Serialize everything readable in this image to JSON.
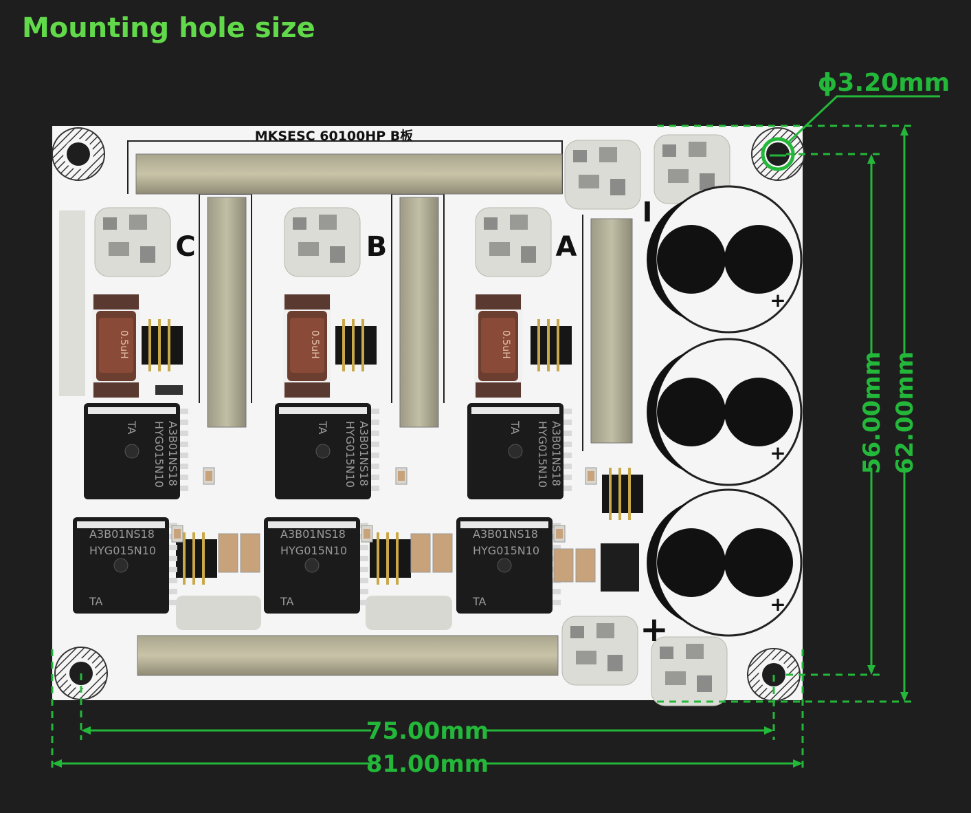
{
  "title": "Mounting hole size",
  "board": {
    "label": "MKSESC 60100HP B板",
    "phases": [
      "C",
      "B",
      "A"
    ],
    "mosfet_top_lines": [
      "TA",
      "HYG015N10",
      "A3B01NS18"
    ],
    "mosfet_bottom_lines": [
      "A3B01NS18",
      "HYG015N10",
      "TA"
    ],
    "inductor_text": "0.5uH",
    "plus_sign": "+",
    "minus_sign": "I"
  },
  "dimensions": {
    "hole_diameter": "ɸ3.20mm",
    "hole_spacing_horizontal": "75.00mm",
    "board_width": "81.00mm",
    "hole_spacing_vertical": "56.00mm",
    "board_height": "62.00mm"
  },
  "colors": {
    "title": "#62d94a",
    "dimension": "#24b83a",
    "background": "#1e1e1e",
    "board": "#f4f5f4"
  }
}
